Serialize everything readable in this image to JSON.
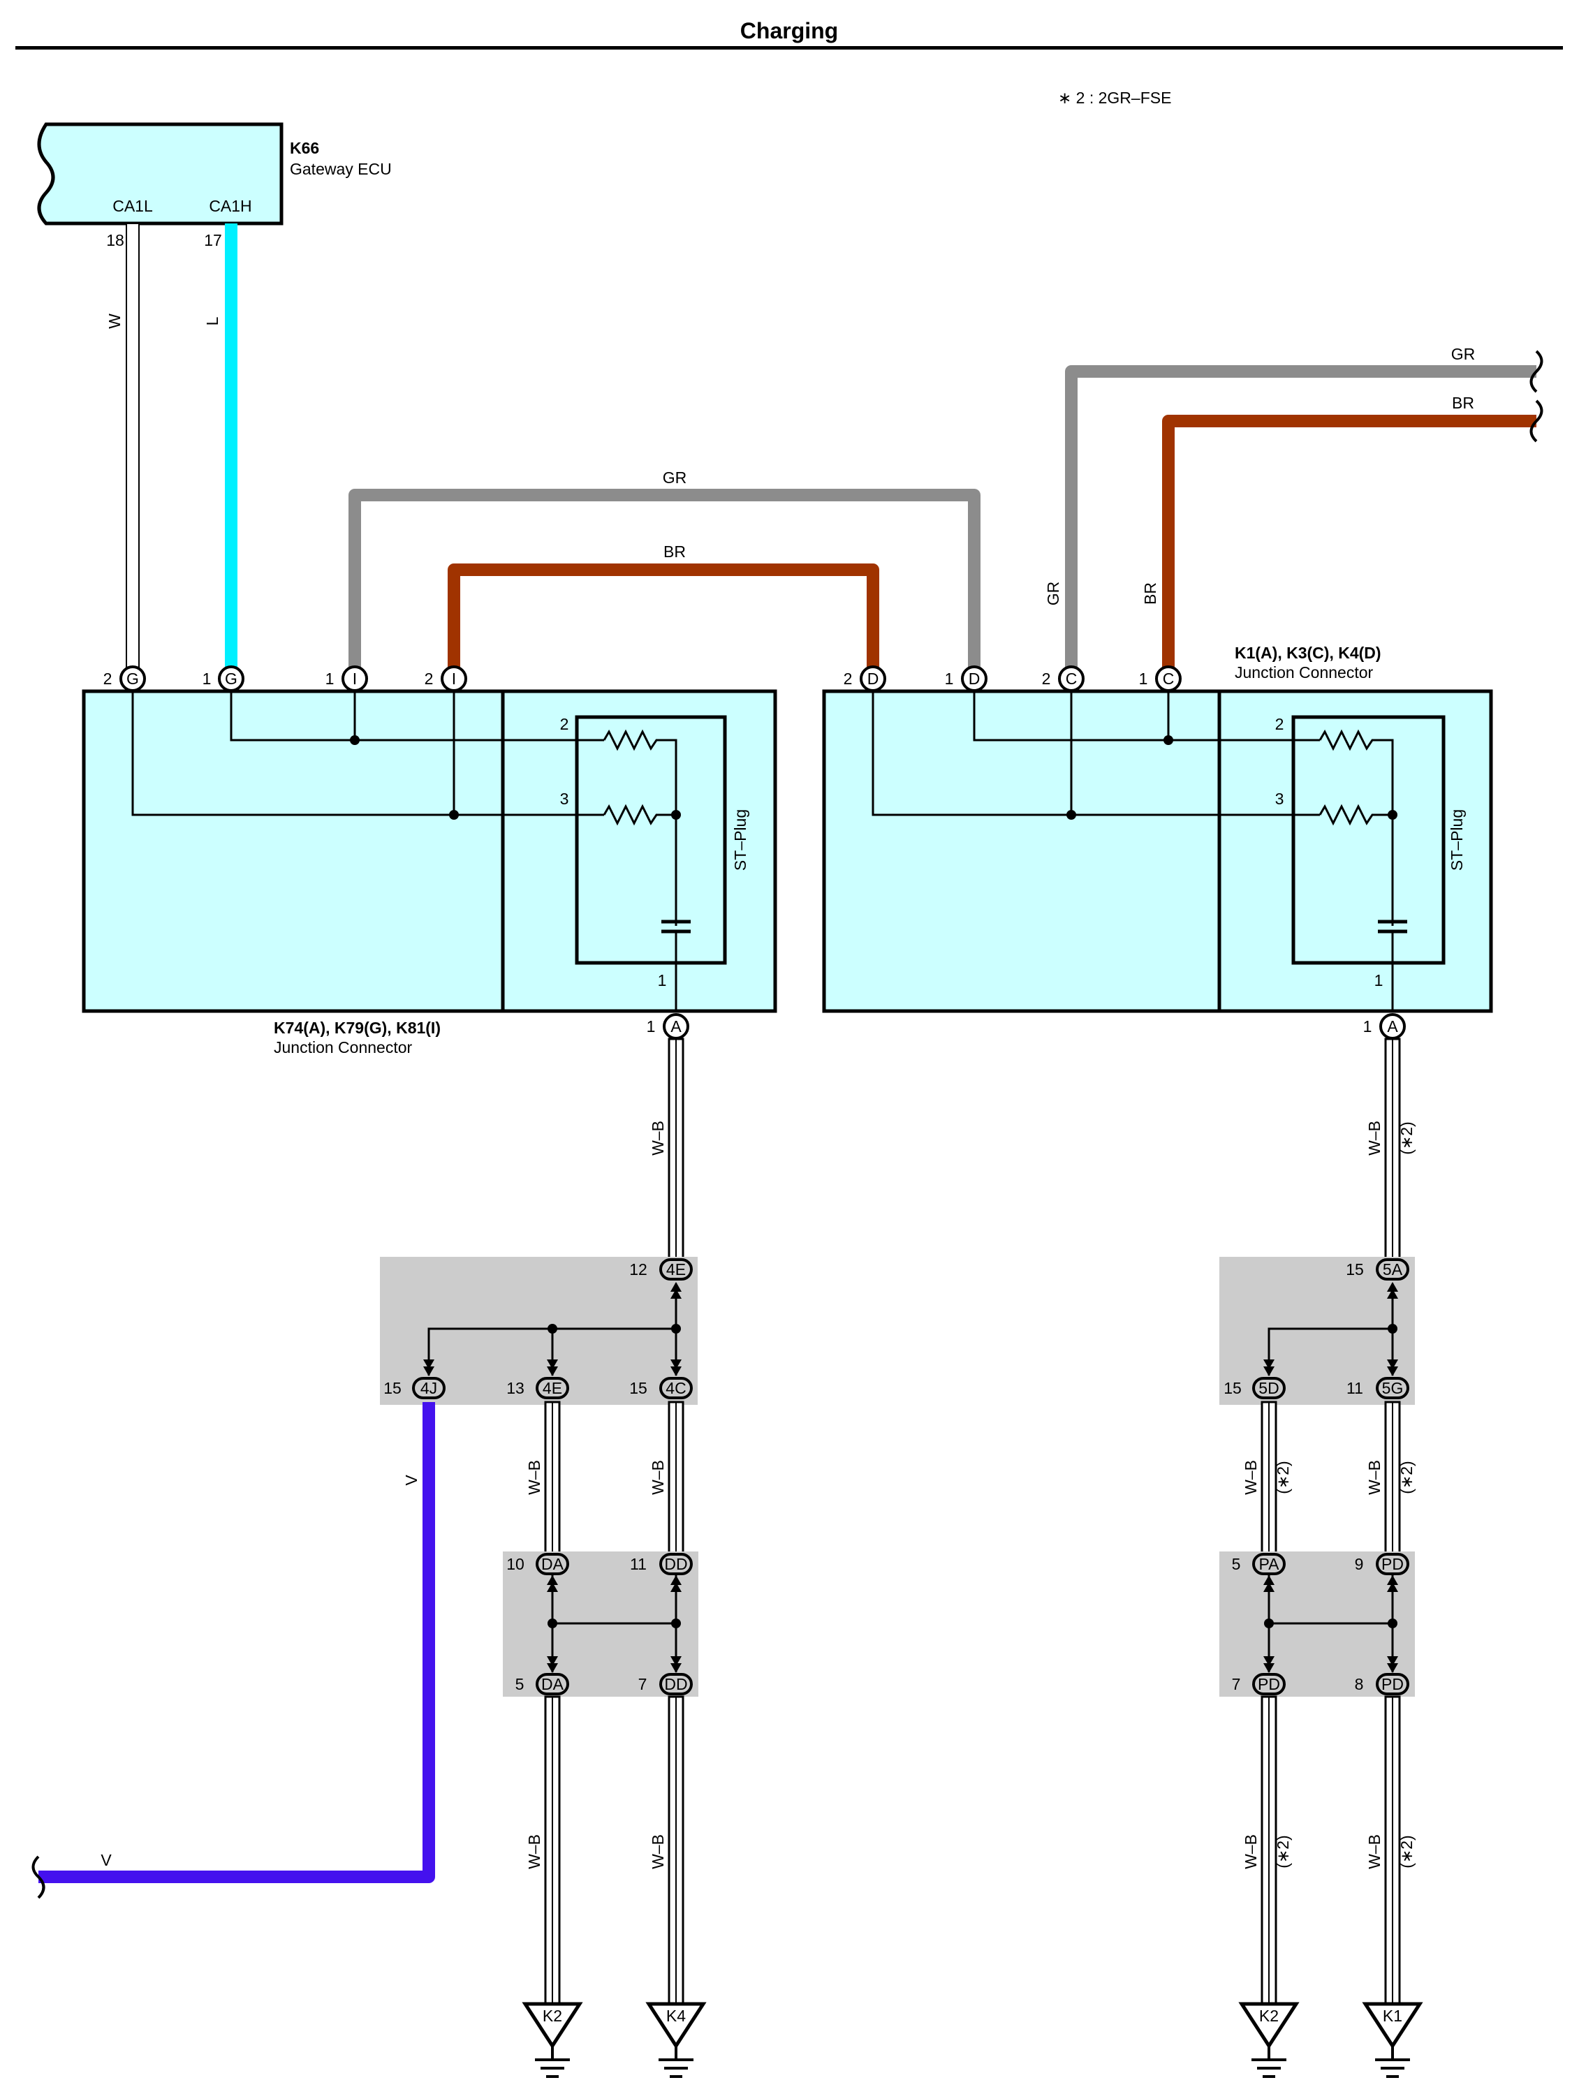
{
  "page": {
    "title": "Charging",
    "note": "∗ 2 : 2GR–FSE"
  },
  "colors": {
    "W": "#ffffff",
    "L": "#00f0ff",
    "GR": "#8c8c8c",
    "BR": "#a03300",
    "V": "#4411ee",
    "WB": "#ffffff",
    "box": "#ccffff",
    "splice": "#cccccc"
  },
  "ecu": {
    "id": "K66",
    "name": "Gateway ECU",
    "pins": [
      "CA1L",
      "CA1H"
    ],
    "pin_nums": [
      "18",
      "17"
    ],
    "wires": [
      "W",
      "L"
    ]
  },
  "jc_left": {
    "id": "K74(A), K79(G), K81(I)",
    "name": "Junction Connector",
    "st_plug": "ST–Plug",
    "pins": [
      {
        "num": "2",
        "letter": "G"
      },
      {
        "num": "1",
        "letter": "G"
      },
      {
        "num": "1",
        "letter": "I"
      },
      {
        "num": "2",
        "letter": "I"
      }
    ],
    "inner": [
      "2",
      "3",
      "1"
    ],
    "out_num": "1",
    "out_letter": "A"
  },
  "jc_right": {
    "id": "K1(A), K3(C), K4(D)",
    "name": "Junction Connector",
    "st_plug": "ST–Plug",
    "pins": [
      {
        "num": "2",
        "letter": "D"
      },
      {
        "num": "1",
        "letter": "D"
      },
      {
        "num": "2",
        "letter": "C"
      },
      {
        "num": "1",
        "letter": "C"
      }
    ],
    "inner": [
      "2",
      "3",
      "1"
    ],
    "out_num": "1",
    "out_letter": "A"
  },
  "wires": {
    "gr": "GR",
    "br": "BR",
    "wb": "W–B",
    "v": "V",
    "star2": "(∗2)"
  },
  "splice_left_top": {
    "in": {
      "num": "12",
      "code": "4E"
    },
    "outs": [
      {
        "num": "15",
        "code": "4J"
      },
      {
        "num": "13",
        "code": "4E"
      },
      {
        "num": "15",
        "code": "4C"
      }
    ]
  },
  "splice_left_bot": {
    "ins": [
      {
        "num": "10",
        "code": "DA"
      },
      {
        "num": "11",
        "code": "DD"
      }
    ],
    "outs": [
      {
        "num": "5",
        "code": "DA"
      },
      {
        "num": "7",
        "code": "DD"
      }
    ]
  },
  "splice_right_top": {
    "in": {
      "num": "15",
      "code": "5A"
    },
    "outs": [
      {
        "num": "15",
        "code": "5D"
      },
      {
        "num": "11",
        "code": "5G"
      }
    ]
  },
  "splice_right_bot": {
    "ins": [
      {
        "num": "5",
        "code": "PA"
      },
      {
        "num": "9",
        "code": "PD"
      }
    ],
    "outs": [
      {
        "num": "7",
        "code": "PD"
      },
      {
        "num": "8",
        "code": "PD"
      }
    ]
  },
  "grounds": [
    "K2",
    "K4",
    "K2",
    "K1"
  ]
}
